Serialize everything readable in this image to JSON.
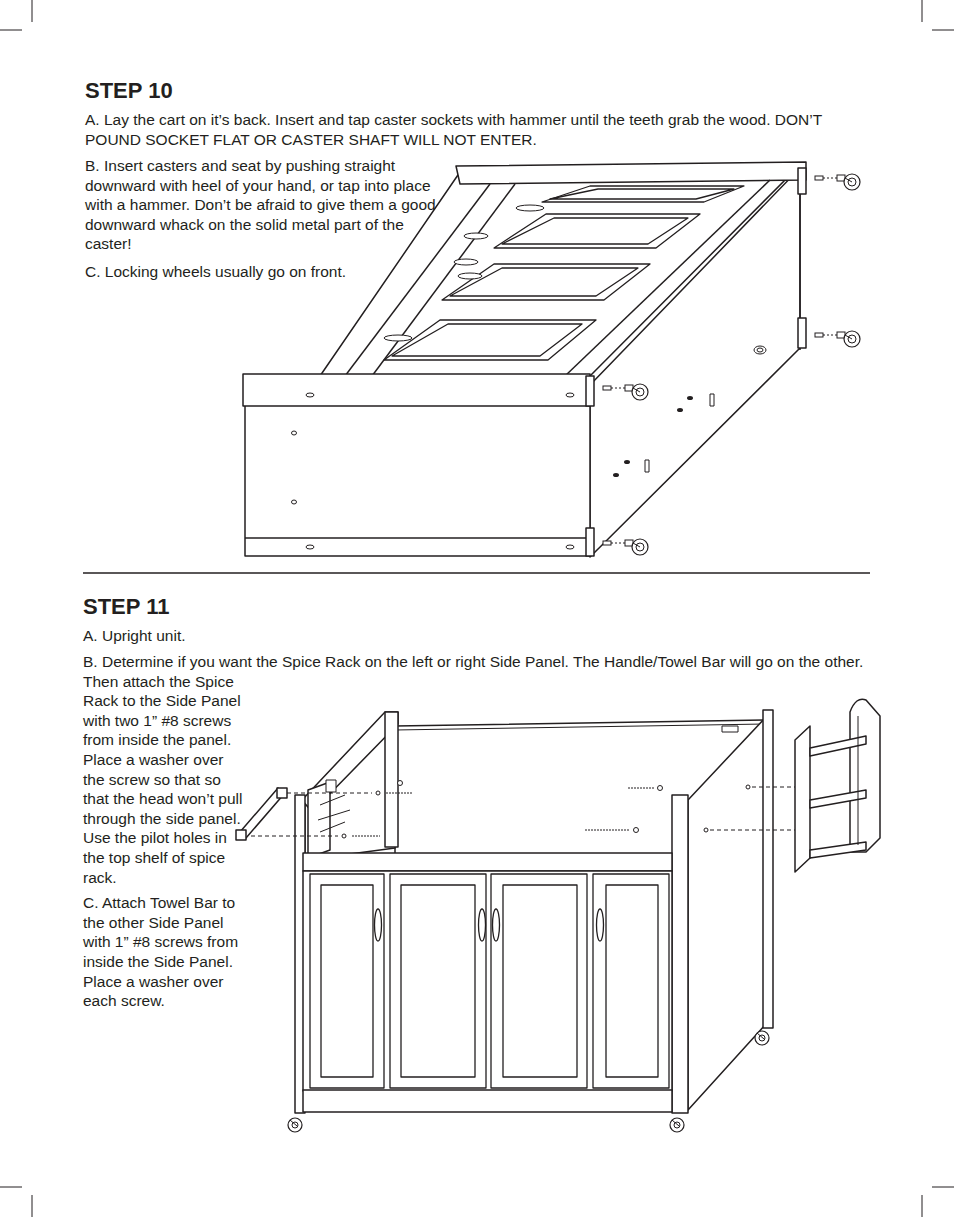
{
  "diagram": {
    "labels": [
      "STEP 10",
      "A. Lay the cart on it’s back. Insert and tap caster sockets with hammer until the teeth grab the wood. DON’T POUND SOCKET FLAT OR CASTER SHAFT WILL NOT ENTER.",
      "B. Insert casters and seat by pushing straight downward with heel of your hand, or tap into place with a hammer. Don’t be afraid to give them a good downward whack on the solid metal part of the caster!",
      "C. Locking wheels usually go on front.",
      "STEP 11",
      "A. Upright unit.",
      "B. Determine if you want the Spice Rack on the left or right Side Panel. The Handle/Towel Bar will go on the other. Then attach the Spice Rack to the Side Panel with two 1” #8 screws from inside the panel. Place a washer over the screw so that so that the head won’t pull through the side panel. Use the pilot holes in the top shelf of spice rack.",
      "C. Attach Towel Bar to the other Side Panel with 1” #8 screws from inside the Side Panel. Place a washer over each screw."
    ]
  }
}
